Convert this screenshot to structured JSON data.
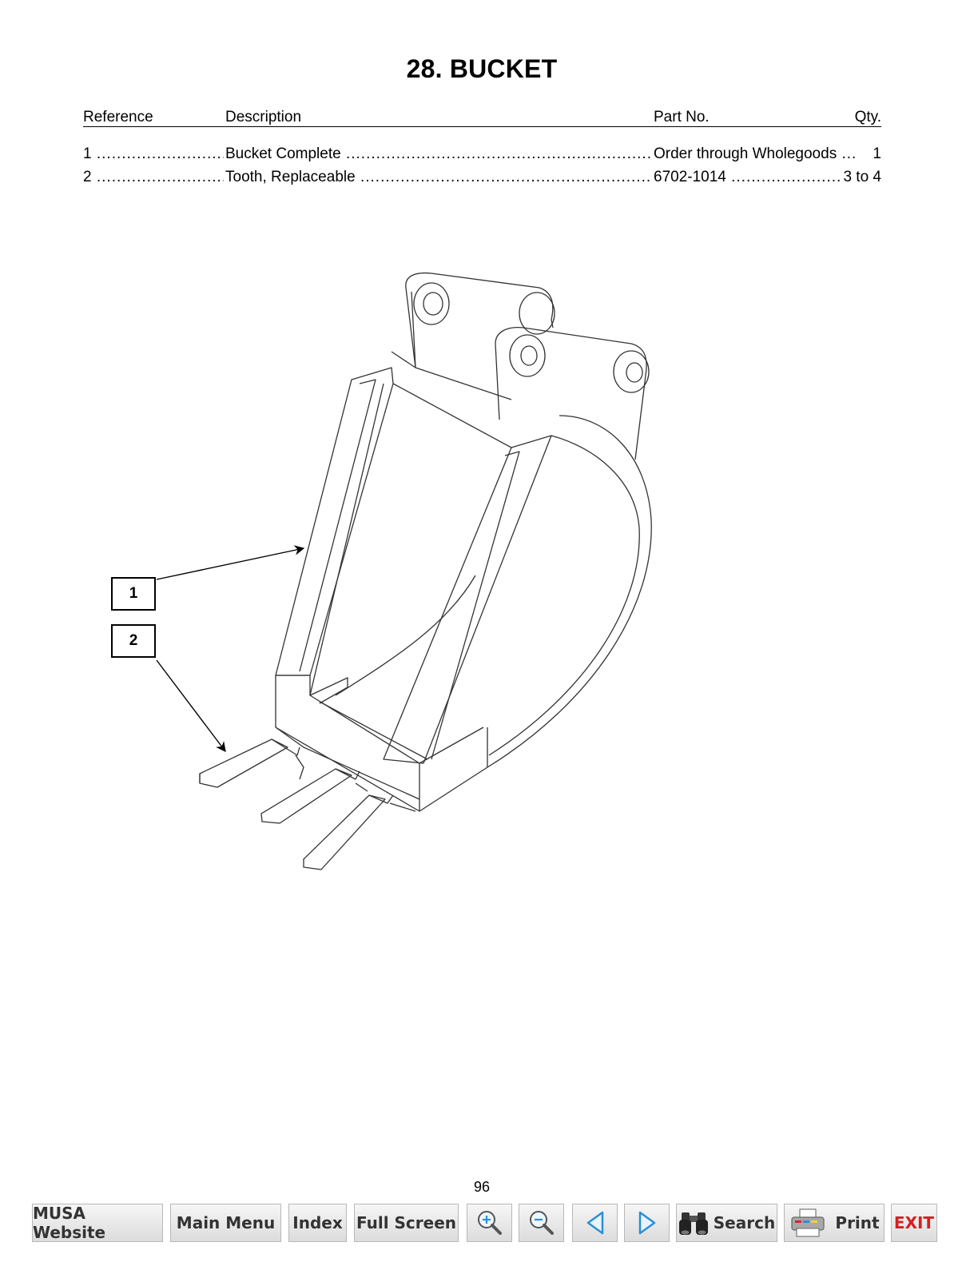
{
  "page": {
    "title": "28. BUCKET",
    "page_number": "96"
  },
  "parts_table": {
    "headers": {
      "reference": "Reference",
      "description": "Description",
      "part_no": "Part No.",
      "qty": "Qty."
    },
    "rows": [
      {
        "reference": "1",
        "description": "Bucket Complete",
        "part_no": "Order through Wholegoods",
        "qty": "1"
      },
      {
        "reference": "2",
        "description": "Tooth, Replaceable",
        "part_no": "6702-1014",
        "qty": "3 to 4"
      }
    ]
  },
  "diagram": {
    "callouts": [
      "1",
      "2"
    ]
  },
  "toolbar": {
    "musa_website": "MUSA Website",
    "main_menu": "Main Menu",
    "index": "Index",
    "full_screen": "Full Screen",
    "zoom_in_icon": "zoom-in-icon",
    "zoom_out_icon": "zoom-out-icon",
    "prev_icon": "triangle-left-icon",
    "next_icon": "triangle-right-icon",
    "search": "Search",
    "search_icon": "binoculars-icon",
    "print": "Print",
    "print_icon": "printer-icon",
    "exit": "EXIT",
    "accent_blue": "#2a8fd6",
    "exit_color": "#d42020"
  }
}
